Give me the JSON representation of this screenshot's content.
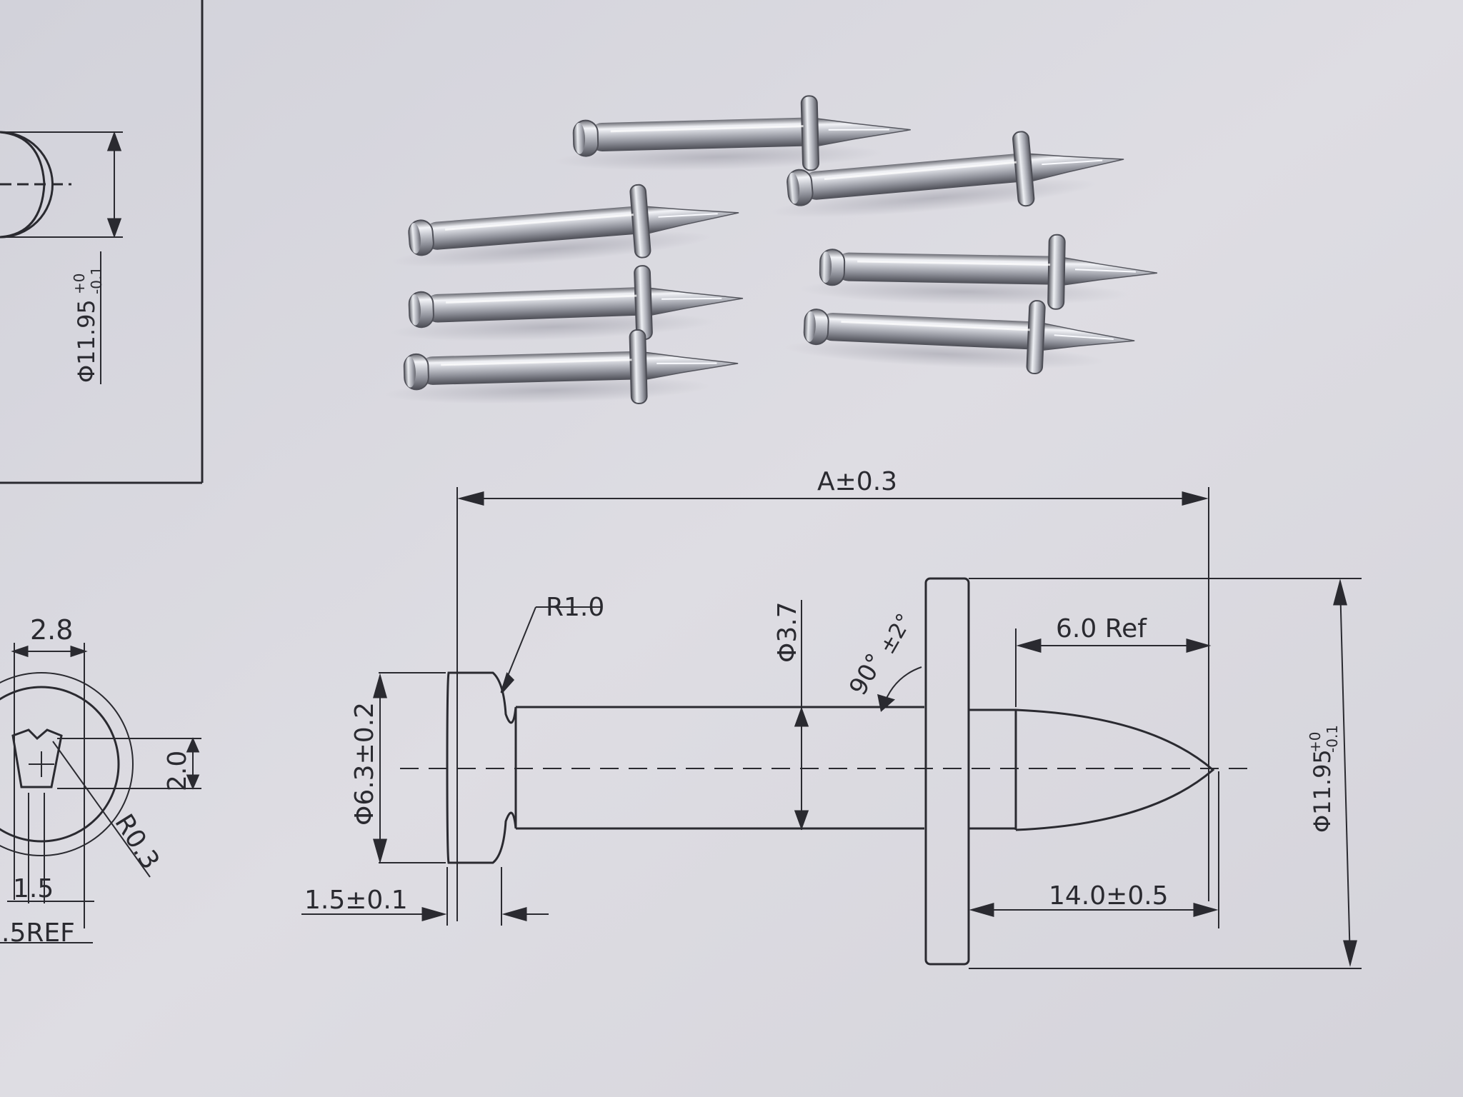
{
  "drawing": {
    "left_view": {
      "diameter": "Φ11.95",
      "diameter_tol_upper": "+0",
      "diameter_tol_lower": "-0.1"
    },
    "head_view": {
      "width": "2.8",
      "slot": "2.0",
      "radius": "R0.3",
      "inner": "1.5",
      "ref": ".5REF"
    },
    "main_view": {
      "overall_length": "A±0.3",
      "fillet_radius": "R1.0",
      "shank_diameter": "Φ3.7",
      "point_angle": "90°",
      "point_angle_tol": "±2°",
      "tip_length": "6.0 Ref",
      "head_diameter": "Φ6.3±0.2",
      "head_thickness": "1.5±0.1",
      "washer_distance": "14.0±0.5",
      "washer_diameter": "Φ11.95",
      "washer_tol_upper": "+0",
      "washer_tol_lower": "-0.1"
    }
  },
  "photo": {
    "nails": [
      {
        "fraction": 0.36
      },
      {
        "fraction": 0.73
      },
      {
        "fraction": 0.72
      },
      {
        "fraction": 0.76
      },
      {
        "fraction": 0.69
      },
      {
        "fraction": 0.76
      },
      {
        "fraction": 0.76
      }
    ],
    "colors": {
      "paper": "#d9d8de",
      "ink": "#2a2a30",
      "steel_light": "#f2f3f7",
      "steel_mid": "#a9abb4",
      "steel_dark": "#55565e"
    }
  }
}
